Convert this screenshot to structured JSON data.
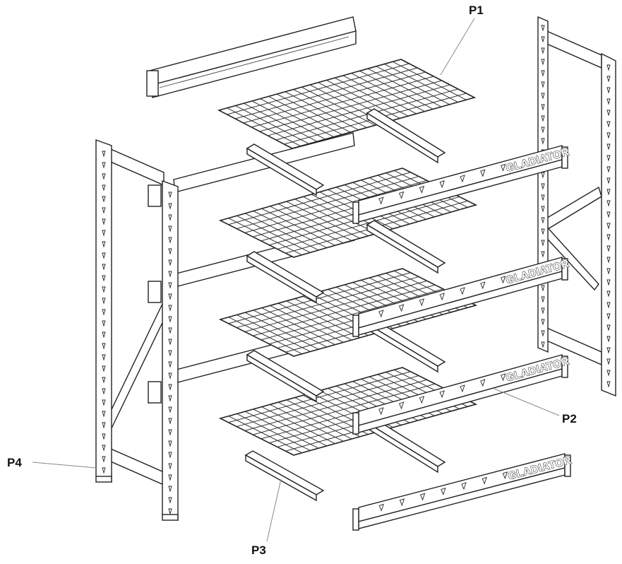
{
  "diagram": {
    "brand_text": "GLADIATOR",
    "callouts": [
      {
        "id": "p1",
        "label": "P1"
      },
      {
        "id": "p2",
        "label": "P2"
      },
      {
        "id": "p3",
        "label": "P3"
      },
      {
        "id": "p4",
        "label": "P4"
      }
    ]
  }
}
